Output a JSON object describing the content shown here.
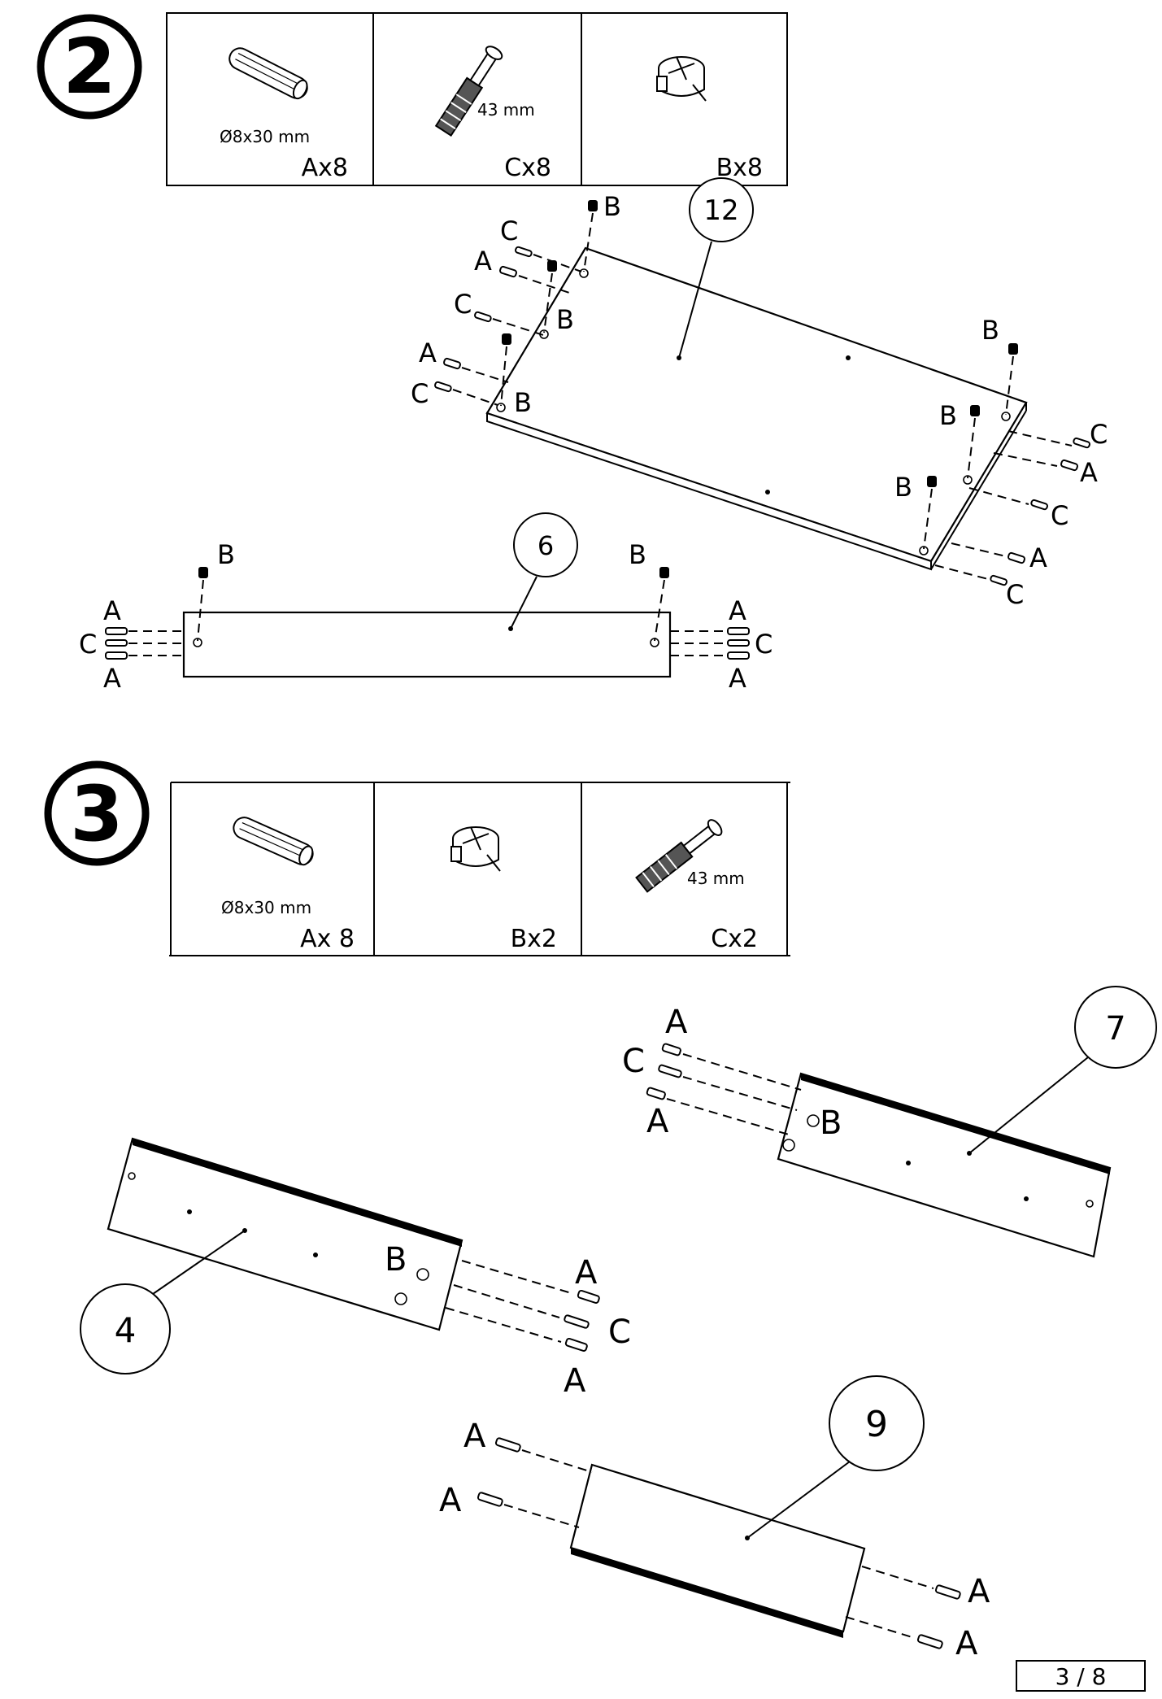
{
  "step2": {
    "number": "2",
    "parts": [
      {
        "key": "A",
        "count_label": "Ax8",
        "dimension": "Ø8x30 mm",
        "icon": "wooden-dowel-icon"
      },
      {
        "key": "C",
        "count_label": "Cx8",
        "dimension": "43 mm",
        "icon": "cam-bolt-icon"
      },
      {
        "key": "B",
        "count_label": "Bx8",
        "dimension": "",
        "icon": "cam-lock-icon"
      }
    ],
    "panels": [
      "12",
      "6"
    ]
  },
  "step3": {
    "number": "3",
    "parts": [
      {
        "key": "A",
        "count_label": "Ax 8",
        "dimension": "Ø8x30 mm",
        "icon": "wooden-dowel-icon"
      },
      {
        "key": "B",
        "count_label": "Bx2",
        "dimension": "",
        "icon": "cam-lock-icon"
      },
      {
        "key": "C",
        "count_label": "Cx2",
        "dimension": "43 mm",
        "icon": "cam-bolt-icon"
      }
    ],
    "panels": [
      "7",
      "4",
      "9"
    ]
  },
  "fastener_labels": {
    "a": "A",
    "b": "B",
    "c": "C"
  },
  "page_indicator": "3 / 8"
}
